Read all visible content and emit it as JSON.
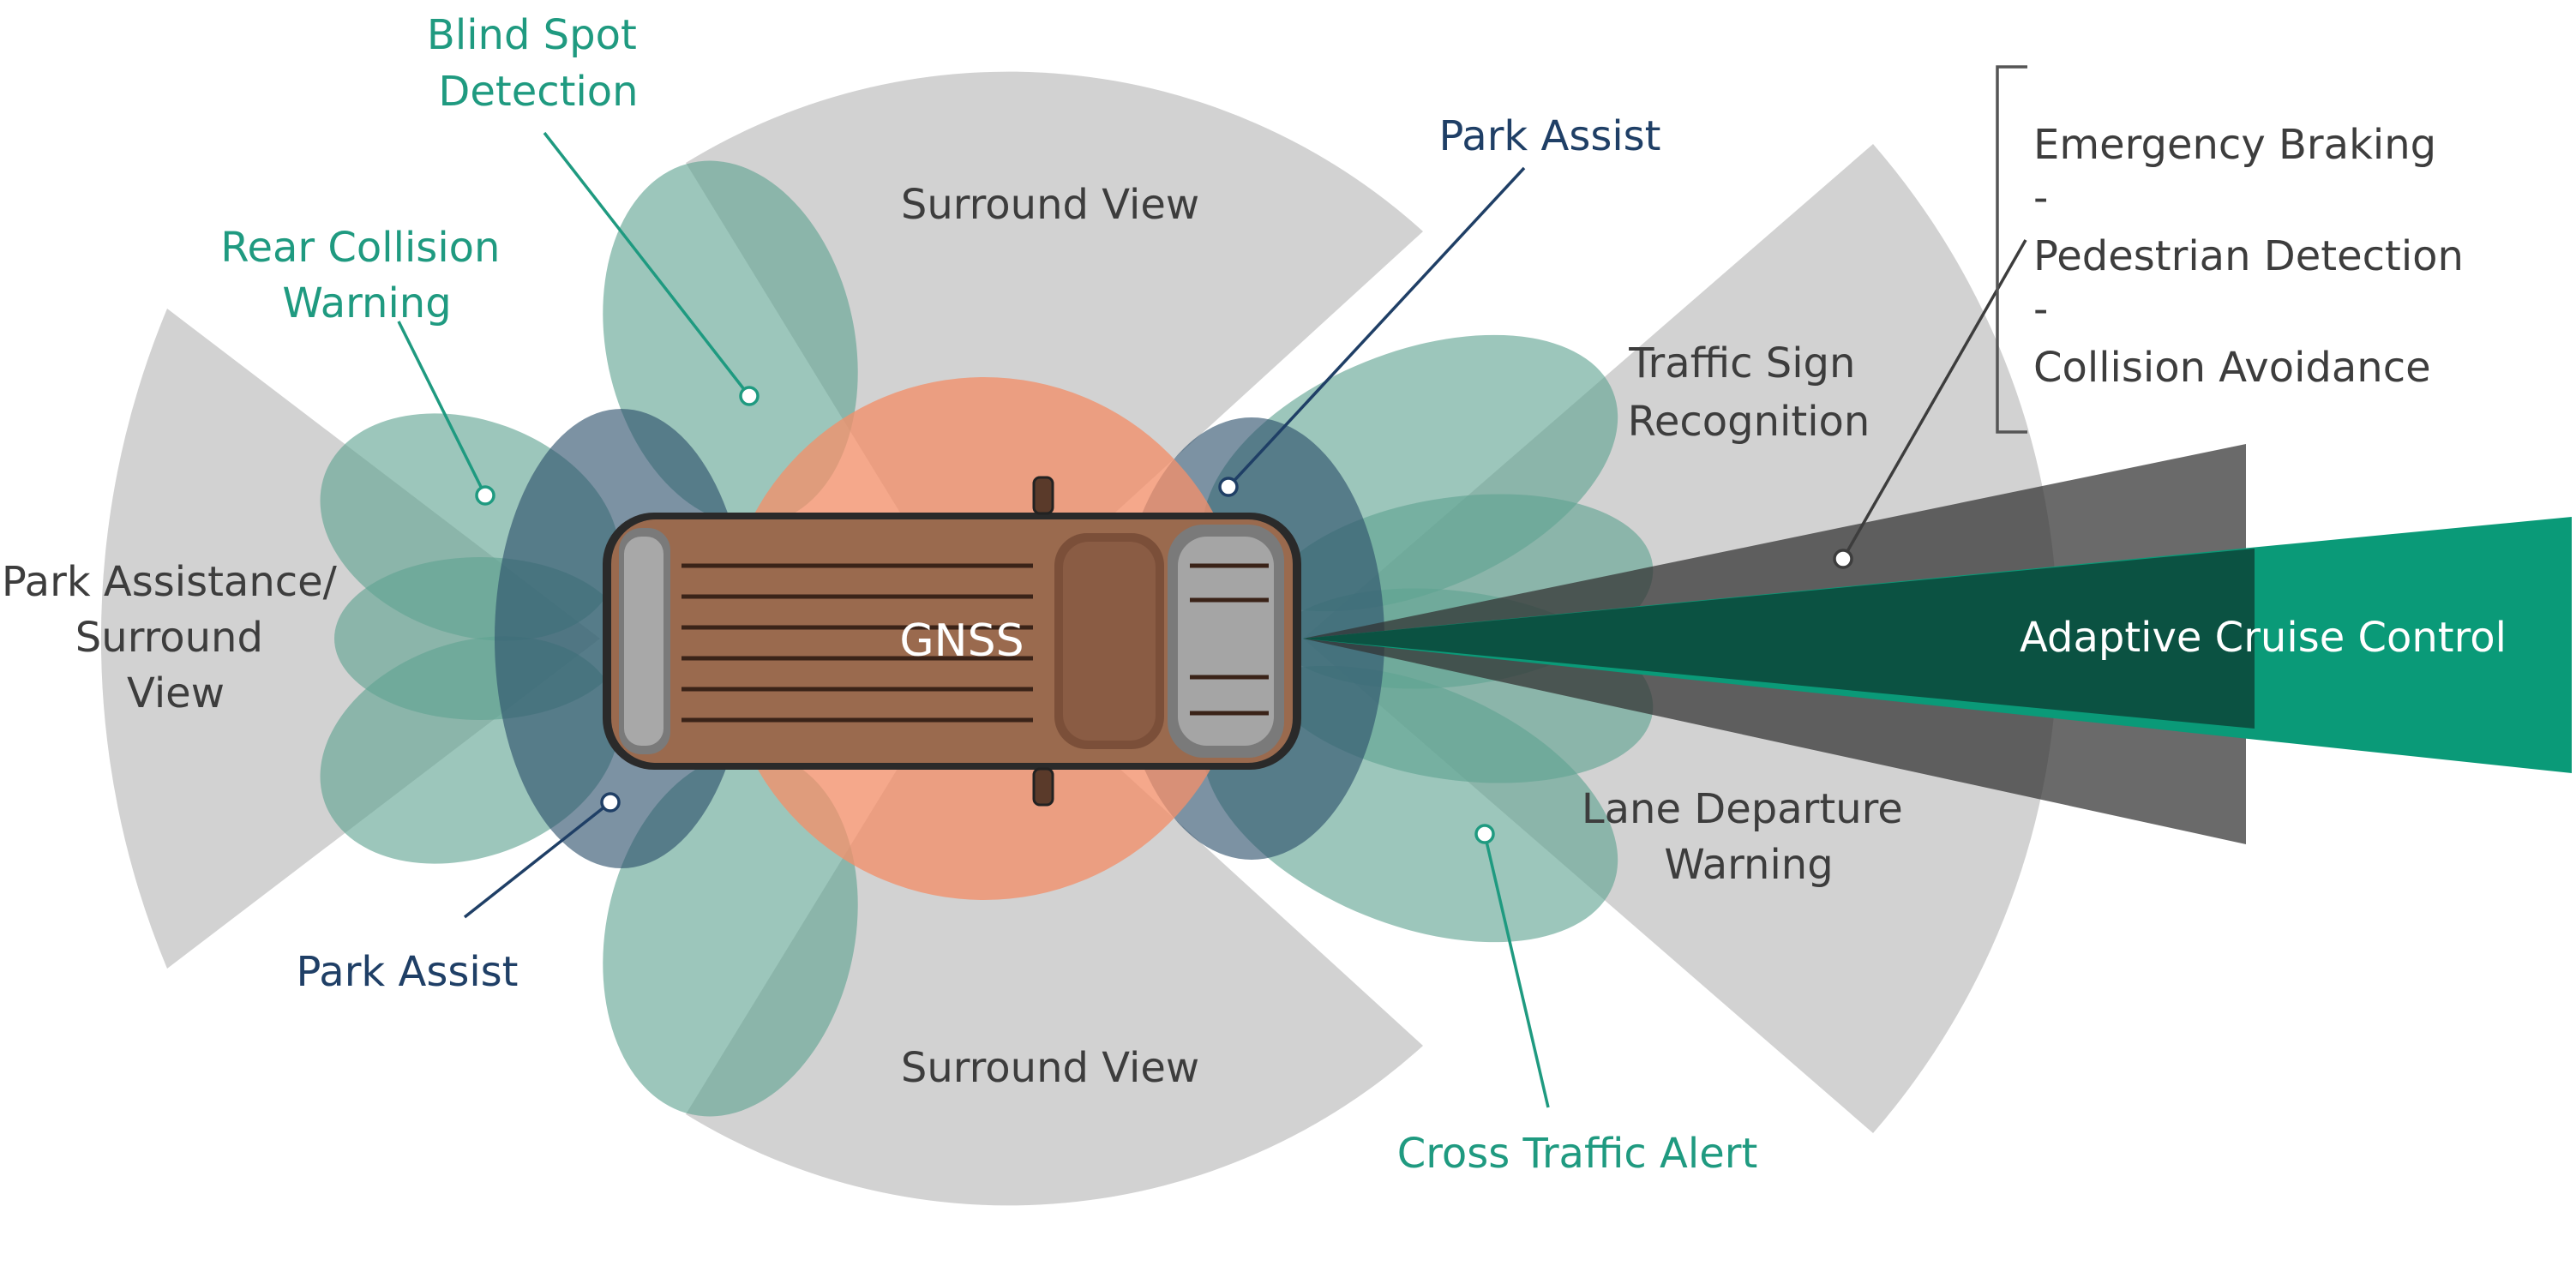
{
  "colors": {
    "sensor_gray": "#d2d2d2",
    "radar_teal": "#5fa392",
    "ultrasonic_navy": "#2c4f6b",
    "gnss_orange": "#f2906a",
    "camera_dark": "#303030",
    "acc_green": "#0a9a78",
    "leader_teal": "#1f9a80",
    "leader_navy": "#1f3f66",
    "car_body": "#9a6a4e"
  },
  "labels": {
    "blind_spot": [
      "Blind Spot",
      "Detection"
    ],
    "rear_collision": [
      "Rear Collision",
      "Warning"
    ],
    "park_assistance": [
      "Park Assistance/",
      "Surround",
      "View"
    ],
    "park_assist_rear": "Park Assist",
    "park_assist_front": "Park Assist",
    "surround_view_top": "Surround View",
    "surround_view_bottom": "Surround View",
    "traffic_sign": [
      "Traffic Sign",
      "Recognition"
    ],
    "lane_departure": [
      "Lane Departure",
      "Warning"
    ],
    "cross_traffic": "Cross Traffic Alert",
    "adaptive_cruise": "Adaptive Cruise Control",
    "gnss": "GNSS",
    "front_camera_functions": [
      "Emergency Braking",
      "-",
      "Pedestrian Detection",
      "-",
      "Collision Avoidance"
    ]
  },
  "icons": [
    "car-icon"
  ]
}
